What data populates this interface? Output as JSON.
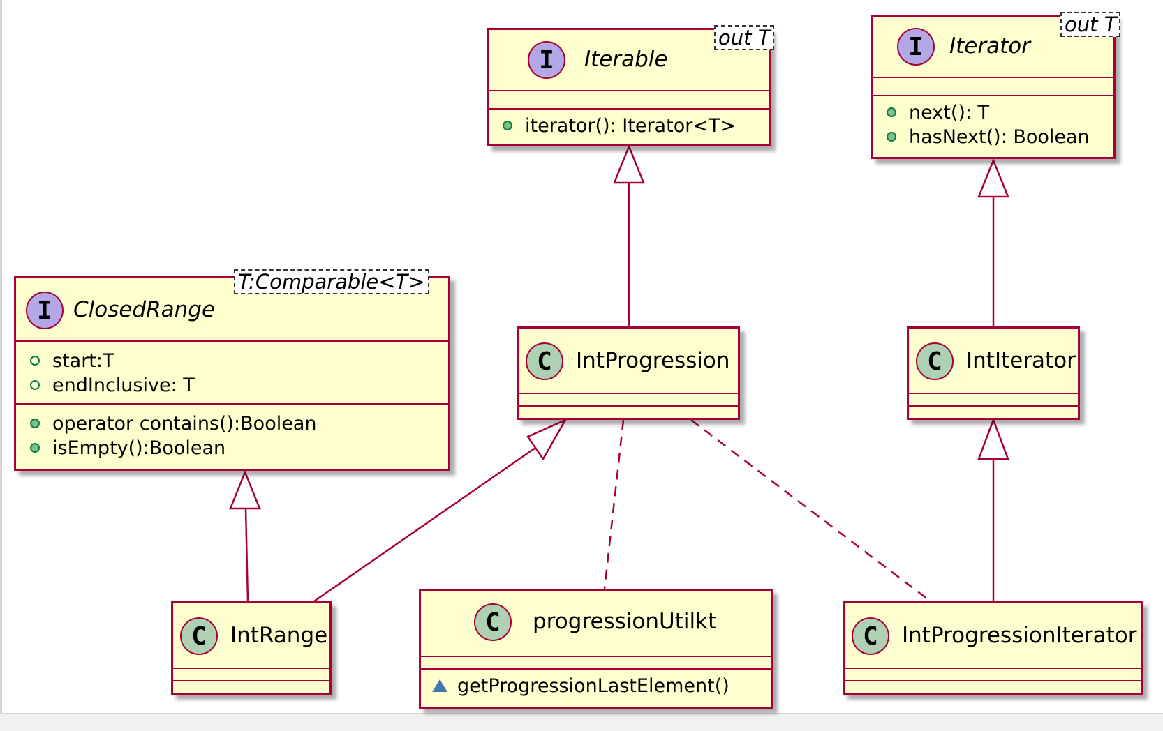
{
  "colors": {
    "box_fill": "#fefece",
    "border": "#a80036",
    "interface_badge": "#b4a7e5",
    "class_badge": "#add1b2",
    "public_dot": "#84be84",
    "package_marker": "#4177af"
  },
  "badges": {
    "interface": "I",
    "class": "C"
  },
  "iterable": {
    "name": "Iterable",
    "type_param": "out T",
    "methods": [
      "iterator(): Iterator<T>"
    ]
  },
  "iterator": {
    "name": "Iterator",
    "type_param": "out T",
    "methods": [
      "next(): T",
      "hasNext(): Boolean"
    ]
  },
  "closed_range": {
    "name": "ClosedRange",
    "type_param": "T:Comparable<T>",
    "fields": [
      "start:T",
      "endInclusive: T"
    ],
    "methods": [
      "operator contains():Boolean",
      "isEmpty():Boolean"
    ]
  },
  "int_progression": {
    "name": "IntProgression"
  },
  "int_iterator": {
    "name": "IntIterator"
  },
  "int_range": {
    "name": "IntRange"
  },
  "progression_util": {
    "name": "progressionUtilkt",
    "methods": [
      "getProgressionLastElement()"
    ]
  },
  "int_progression_iterator": {
    "name": "IntProgressionIterator"
  }
}
